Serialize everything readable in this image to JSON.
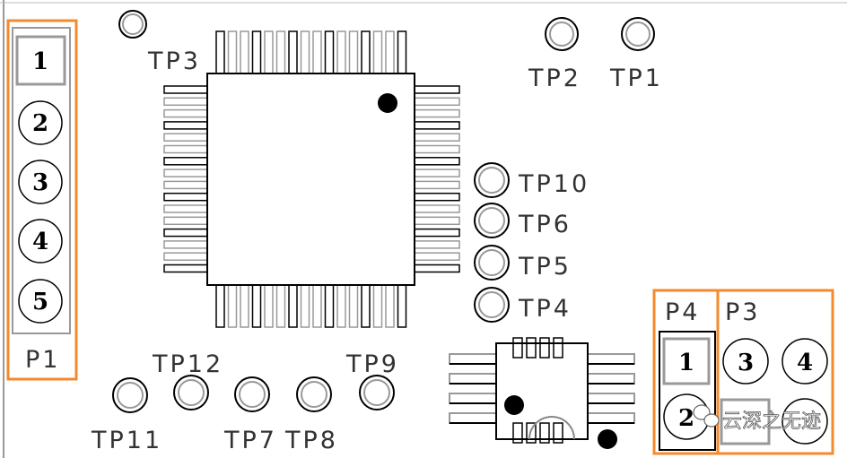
{
  "colors": {
    "highlight": "#f58a2c",
    "silkscreen": "#000000",
    "pad_gray": "#a0a0a0"
  },
  "connectors": {
    "p1": {
      "label": "P1",
      "pins": [
        "1",
        "2",
        "3",
        "4",
        "5"
      ]
    },
    "p4": {
      "label": "P4",
      "pins": [
        "1",
        "2"
      ]
    },
    "p3": {
      "label": "P3",
      "pins": [
        "3",
        "4"
      ]
    }
  },
  "test_points": {
    "tp1": "TP1",
    "tp2": "TP2",
    "tp3": "TP3",
    "tp4": "TP4",
    "tp5": "TP5",
    "tp6": "TP6",
    "tp7": "TP7",
    "tp8": "TP8",
    "tp9": "TP9",
    "tp10": "TP10",
    "tp11": "TP11",
    "tp12": "TP12"
  },
  "watermark": {
    "text": "云深之无迹",
    "icon": "wechat-icon"
  }
}
